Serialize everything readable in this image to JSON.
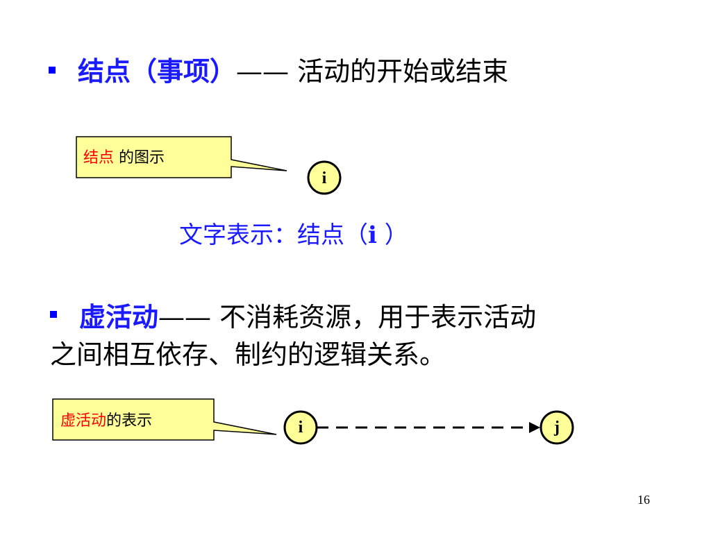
{
  "slide": {
    "page_number": "16"
  },
  "section1": {
    "term": "结点（事项）",
    "dash": "——",
    "definition": " 活动的开始或结束",
    "callout": {
      "highlight": "结点",
      "rest": " 的图示"
    },
    "node_label": "i",
    "text_representation": {
      "prefix": "文字表示：结点（",
      "node": "i",
      "suffix": " ）"
    }
  },
  "section2": {
    "term": "虚活动",
    "dash": "——",
    "definition_line1": " 不消耗资源，用于表示活动",
    "definition_line2": "之间相互依存、制约的逻辑关系。",
    "callout": {
      "highlight": "虚活动",
      "rest": "的表示"
    },
    "start_node": "i",
    "end_node": "j"
  },
  "colors": {
    "bullet": "#0000ff",
    "term": "#1a1aff",
    "highlight": "#ff0000",
    "callout_fill": "#ffff99",
    "node_fill": "#ffff99"
  }
}
